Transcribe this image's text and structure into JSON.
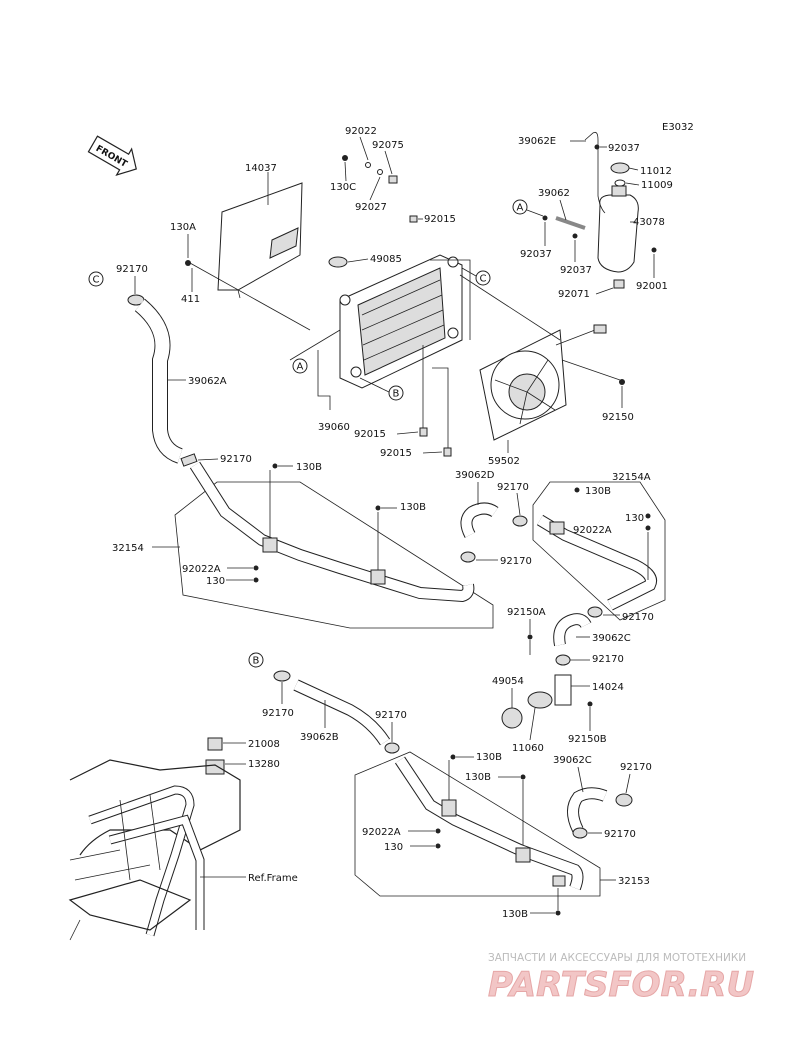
{
  "diagram_code": "E3032",
  "front_label": "FRONT",
  "ref_markers": [
    "A",
    "B",
    "C"
  ],
  "ref_frame_label": "Ref.Frame",
  "watermark": {
    "tagline": "ЗАПЧАСТИ И АКСЕССУАРЫ ДЛЯ МОТОТЕХНИКИ",
    "brand": "PARTSFOR.RU"
  },
  "parts": {
    "p92022": "92022",
    "p92075": "92075",
    "p130c": "130C",
    "p92027": "92027",
    "p14037": "14037",
    "p92015a": "92015",
    "p130a": "130A",
    "p411": "411",
    "p49085": "49085",
    "p92170a": "92170",
    "p39062a": "39062A",
    "p39060": "39060",
    "p92015b": "92015",
    "p92015c": "92015",
    "p59502": "59502",
    "p39062e": "39062E",
    "p92037a": "92037",
    "p11012": "11012",
    "p11009": "11009",
    "p39062": "39062",
    "p43078": "43078",
    "p92037b": "92037",
    "p92037c": "92037",
    "p92071": "92071",
    "p92001": "92001",
    "p92150": "92150",
    "p92170b": "92170",
    "p130b_a": "130B",
    "p130b_b": "130B",
    "p32154": "32154",
    "p92022a_a": "92022A",
    "p130_a": "130",
    "p39062d": "39062D",
    "p92170c": "92170",
    "p130b_c": "130B",
    "p32154a": "32154A",
    "p130_b": "130",
    "p92022a_b": "92022A",
    "p92170d": "92170",
    "p92170e": "92170",
    "p92150a": "92150A",
    "p39062c_a": "39062C",
    "p92170f": "92170",
    "p49054": "49054",
    "p14024": "14024",
    "p11060": "11060",
    "p92150b": "92150B",
    "p92170g": "92170",
    "p39062b": "39062B",
    "p92170h": "92170",
    "p21008": "21008",
    "p13280": "13280",
    "p130b_d": "130B",
    "p130b_e": "130B",
    "p39062c_b": "39062C",
    "p92170i": "92170",
    "p92022a_c": "92022A",
    "p130_c": "130",
    "p92170j": "92170",
    "p32153": "32153",
    "p130b_f": "130B"
  }
}
